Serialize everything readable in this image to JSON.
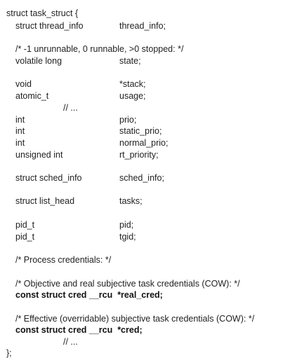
{
  "code": {
    "struct_open": "struct task_struct {",
    "lines": [
      {
        "type": "struct thread_info",
        "name": "thread_info;"
      },
      {
        "comment": "/* -1 unrunnable, 0 runnable, >0 stopped: */"
      },
      {
        "type": "volatile long",
        "name": "state;"
      },
      {
        "type": "void",
        "name": "*stack;"
      },
      {
        "type": "atomic_t",
        "name": "usage;"
      },
      {
        "ellipsis": "// ..."
      },
      {
        "type": "int",
        "name": "prio;"
      },
      {
        "type": "int",
        "name": "static_prio;"
      },
      {
        "type": "int",
        "name": "normal_prio;"
      },
      {
        "type": "unsigned int",
        "name": "rt_priority;"
      },
      {
        "type": "struct sched_info",
        "name": "sched_info;"
      },
      {
        "type": "struct list_head",
        "name": "tasks;"
      },
      {
        "type": "pid_t",
        "name": "pid;"
      },
      {
        "type": "pid_t",
        "name": "tgid;"
      },
      {
        "comment": "/* Process credentials: */"
      },
      {
        "comment": "/* Objective and real subjective task credentials (COW): */"
      },
      {
        "bold": "const struct cred __rcu  *real_cred;"
      },
      {
        "comment": "/* Effective (overridable) subjective task credentials (COW): */"
      },
      {
        "bold": "const struct cred __rcu  *cred;"
      },
      {
        "ellipsis": "// ..."
      }
    ],
    "struct_close": "};"
  }
}
